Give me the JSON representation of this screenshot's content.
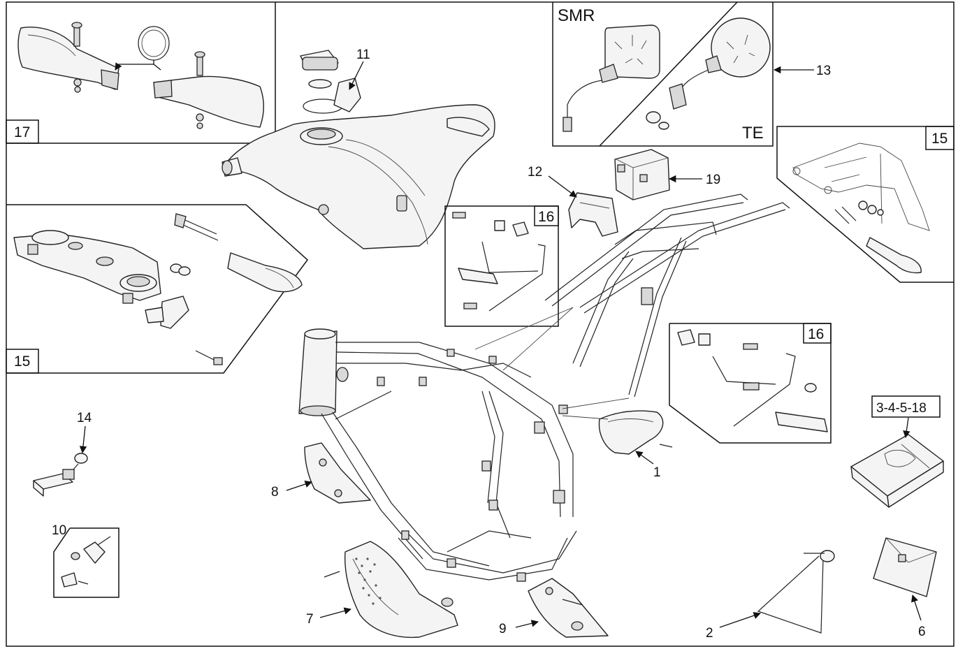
{
  "callouts": {
    "c1": "1",
    "c2": "2",
    "c6": "6",
    "c7": "7",
    "c8": "8",
    "c9": "9",
    "c10": "10",
    "c11": "11",
    "c12": "12",
    "c13": "13",
    "c14": "14",
    "c19": "19"
  },
  "boxes": {
    "handguards": "17",
    "front_indicator": "15",
    "rear_indicator": "15",
    "footpeg_left": "16",
    "footpeg_right": "16",
    "manuals": "3-4-5-18"
  },
  "mirror_variants": {
    "left": "SMR",
    "right": "TE"
  }
}
